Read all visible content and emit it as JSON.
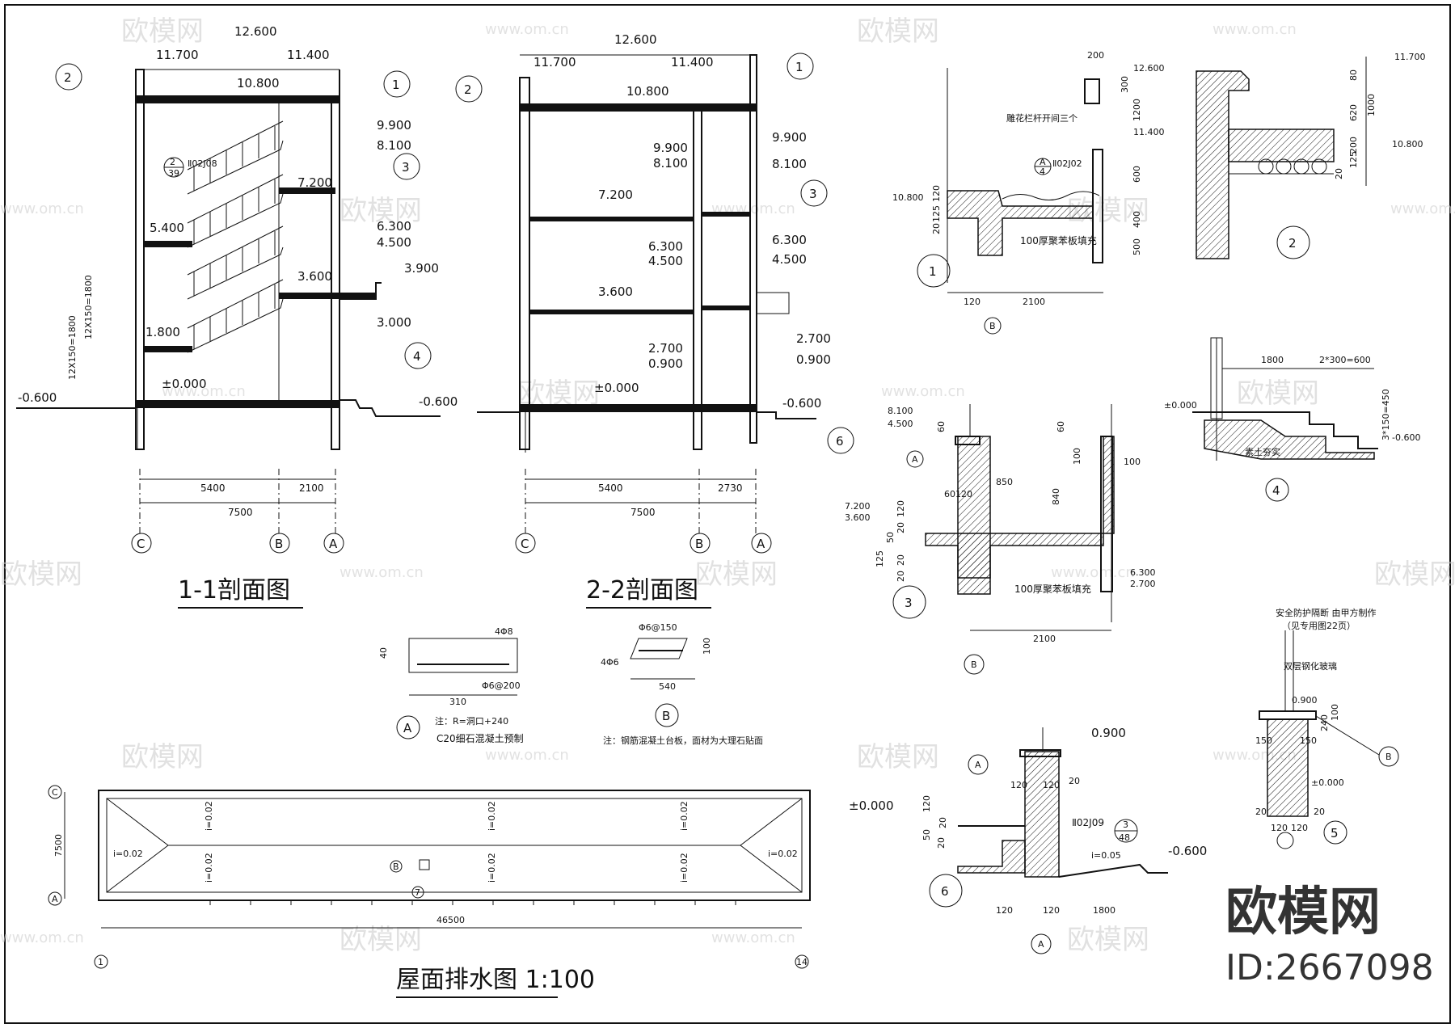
{
  "sections": {
    "s11": {
      "title": "1-1剖面图",
      "levels": [
        "12.600",
        "11.700",
        "11.400",
        "10.800",
        "9.900",
        "8.100",
        "7.200",
        "6.300",
        "4.500",
        "5.400",
        "3.900",
        "3.600",
        "3.000",
        "1.800",
        "±0.000",
        "-0.600",
        "-0.600"
      ],
      "dims": [
        "5400",
        "2100",
        "7500"
      ],
      "axes": [
        "C",
        "B",
        "A"
      ],
      "callouts": [
        "2",
        "1",
        "2",
        "39",
        "3",
        "4"
      ],
      "ref": "Ⅱ02J08",
      "stairs": "12X150=1800"
    },
    "s22": {
      "title": "2-2剖面图",
      "levels": [
        "12.600",
        "11.700",
        "11.400",
        "10.800",
        "9.900",
        "8.100",
        "9.900",
        "8.100",
        "7.200",
        "6.300",
        "4.500",
        "6.300",
        "4.500",
        "3.600",
        "2.700",
        "0.900",
        "2.700",
        "0.900",
        "±0.000",
        "-0.600"
      ],
      "dims": [
        "5400",
        "2730",
        "7500"
      ],
      "axes": [
        "C",
        "B",
        "A"
      ],
      "callouts": [
        "2",
        "1",
        "3",
        "6"
      ]
    }
  },
  "detailA": {
    "top": "4Φ8",
    "side": "40",
    "bottom": "Φ6@200",
    "width": "310",
    "note1": "注：R=洞口+240",
    "note2": "C20细石混凝土预制",
    "tag": "A"
  },
  "detailB": {
    "top": "Φ6@150",
    "left": "4Φ6",
    "side": "100",
    "width": "540",
    "note": "注：钢筋混凝土台板，面材为大理石贴面",
    "tag": "B"
  },
  "detail1": {
    "tag": "1",
    "levels": [
      "12.600",
      "11.400",
      "10.800"
    ],
    "dims": [
      "200",
      "300",
      "1200",
      "600",
      "400",
      "500",
      "120",
      "2100",
      "120",
      "125",
      "20"
    ],
    "note1": "雕花栏杆开间三个",
    "ref": "Ⅱ02J02",
    "refnum": "4",
    "reftag": "A",
    "fill": "100厚聚苯板填充",
    "axis": "B"
  },
  "detail2": {
    "tag": "2",
    "levels": [
      "11.700",
      "10.800"
    ],
    "dims": [
      "80",
      "620",
      "1000",
      "200",
      "125",
      "20"
    ]
  },
  "detail3": {
    "tag": "3",
    "levels": [
      "8.100",
      "4.500",
      "7.200",
      "3.600",
      "6.300",
      "2.700"
    ],
    "dims": [
      "60",
      "60",
      "100",
      "100",
      "840",
      "850",
      "60",
      "120",
      "120",
      "20",
      "50",
      "20",
      "125",
      "20",
      "2100"
    ],
    "fill": "100厚聚苯板填充",
    "reftag": "A",
    "axis": "B"
  },
  "detail4": {
    "tag": "4",
    "levels": [
      "±0.000",
      "-0.600"
    ],
    "dims": [
      "1800",
      "2*300=600",
      "3*150=450"
    ],
    "note": "素土夯实"
  },
  "detail5": {
    "tag": "5",
    "note1": "安全防护隔断 由甲方制作",
    "note2": "（见专用图22页）",
    "note3": "双层钢化玻璃",
    "levels": [
      "0.900",
      "±0.000"
    ],
    "dims": [
      "150",
      "150",
      "20",
      "20",
      "120",
      "120",
      "100",
      "240"
    ],
    "reftag": "B"
  },
  "detail6": {
    "tag": "6",
    "levels": [
      "0.900",
      "±0.000",
      "-0.600"
    ],
    "dims": [
      "120",
      "120",
      "20",
      "120",
      "20",
      "50",
      "20",
      "120",
      "120",
      "1800"
    ],
    "ref": "Ⅱ02J09",
    "refnum": "3",
    "refden": "48",
    "slope": "i=0.05",
    "reftag": "A",
    "axis": "A"
  },
  "roof": {
    "title": "屋面排水图 1:100",
    "slopes": [
      "i=0.02",
      "i=0.02",
      "i=0.02",
      "i=0.02",
      "i=0.02",
      "i=0.02",
      "i=0.02",
      "i=0.02"
    ],
    "dims": [
      "7500",
      "46500"
    ],
    "axes": [
      "C",
      "A",
      "1",
      "14"
    ],
    "marks": [
      "B",
      "7"
    ]
  },
  "watermark": {
    "logo": "欧模网",
    "url": "www.om.cn"
  },
  "brand": {
    "name": "欧模网",
    "id": "ID:2667098"
  }
}
